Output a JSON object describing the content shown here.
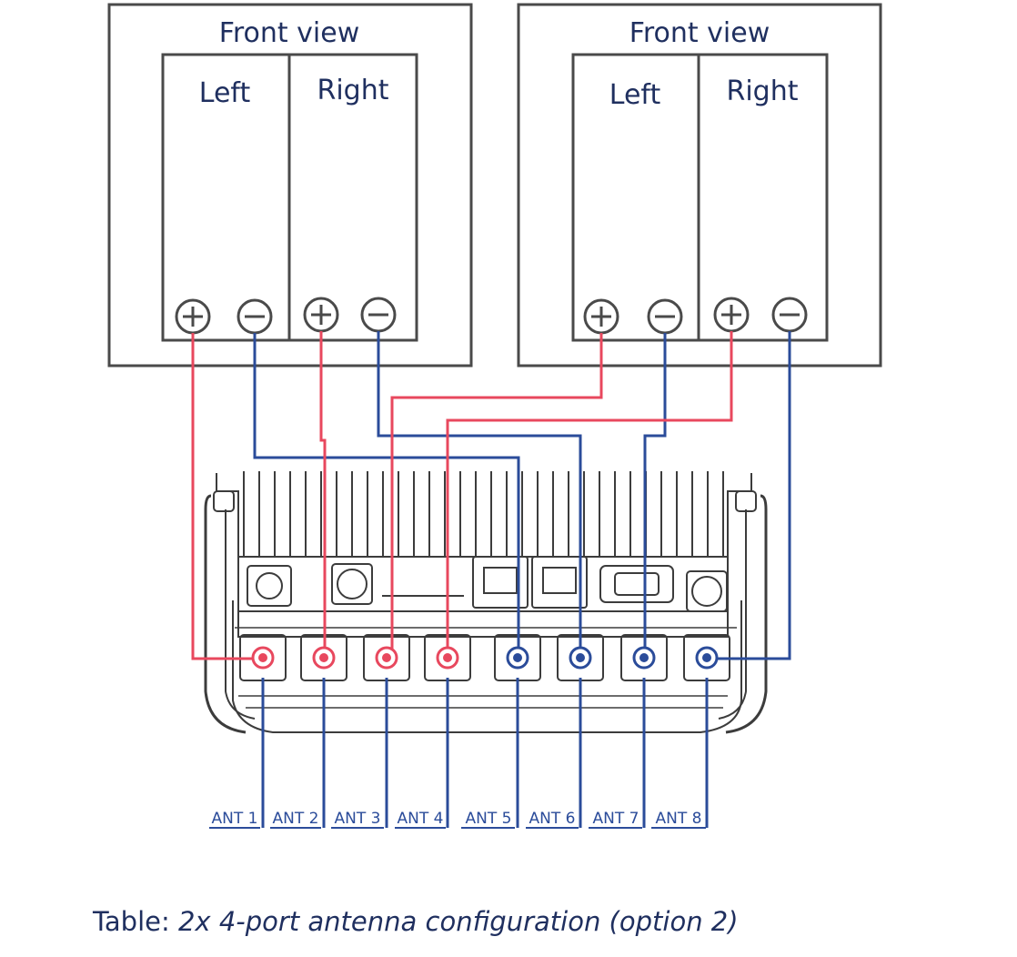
{
  "colors": {
    "positive_cable": "#e8485e",
    "negative_cable": "#2b4c9a",
    "outline": "#4a4a4a",
    "text": "#1f2f5f"
  },
  "panels": [
    {
      "title": "Front view",
      "columns": [
        "Left",
        "Right"
      ],
      "terminals": [
        "plus-icon",
        "minus-icon",
        "plus-icon",
        "minus-icon"
      ]
    },
    {
      "title": "Front view",
      "columns": [
        "Left",
        "Right"
      ],
      "terminals": [
        "plus-icon",
        "minus-icon",
        "plus-icon",
        "minus-icon"
      ]
    }
  ],
  "ports": [
    "ANT 1",
    "ANT 2",
    "ANT 3",
    "ANT 4",
    "ANT 5",
    "ANT 6",
    "ANT 7",
    "ANT 8"
  ],
  "port_polarity": [
    "positive",
    "positive",
    "positive",
    "positive",
    "negative",
    "negative",
    "negative",
    "negative"
  ],
  "caption": {
    "prefix": "Table: ",
    "text": "2x 4-port antenna configuration (option 2)"
  }
}
